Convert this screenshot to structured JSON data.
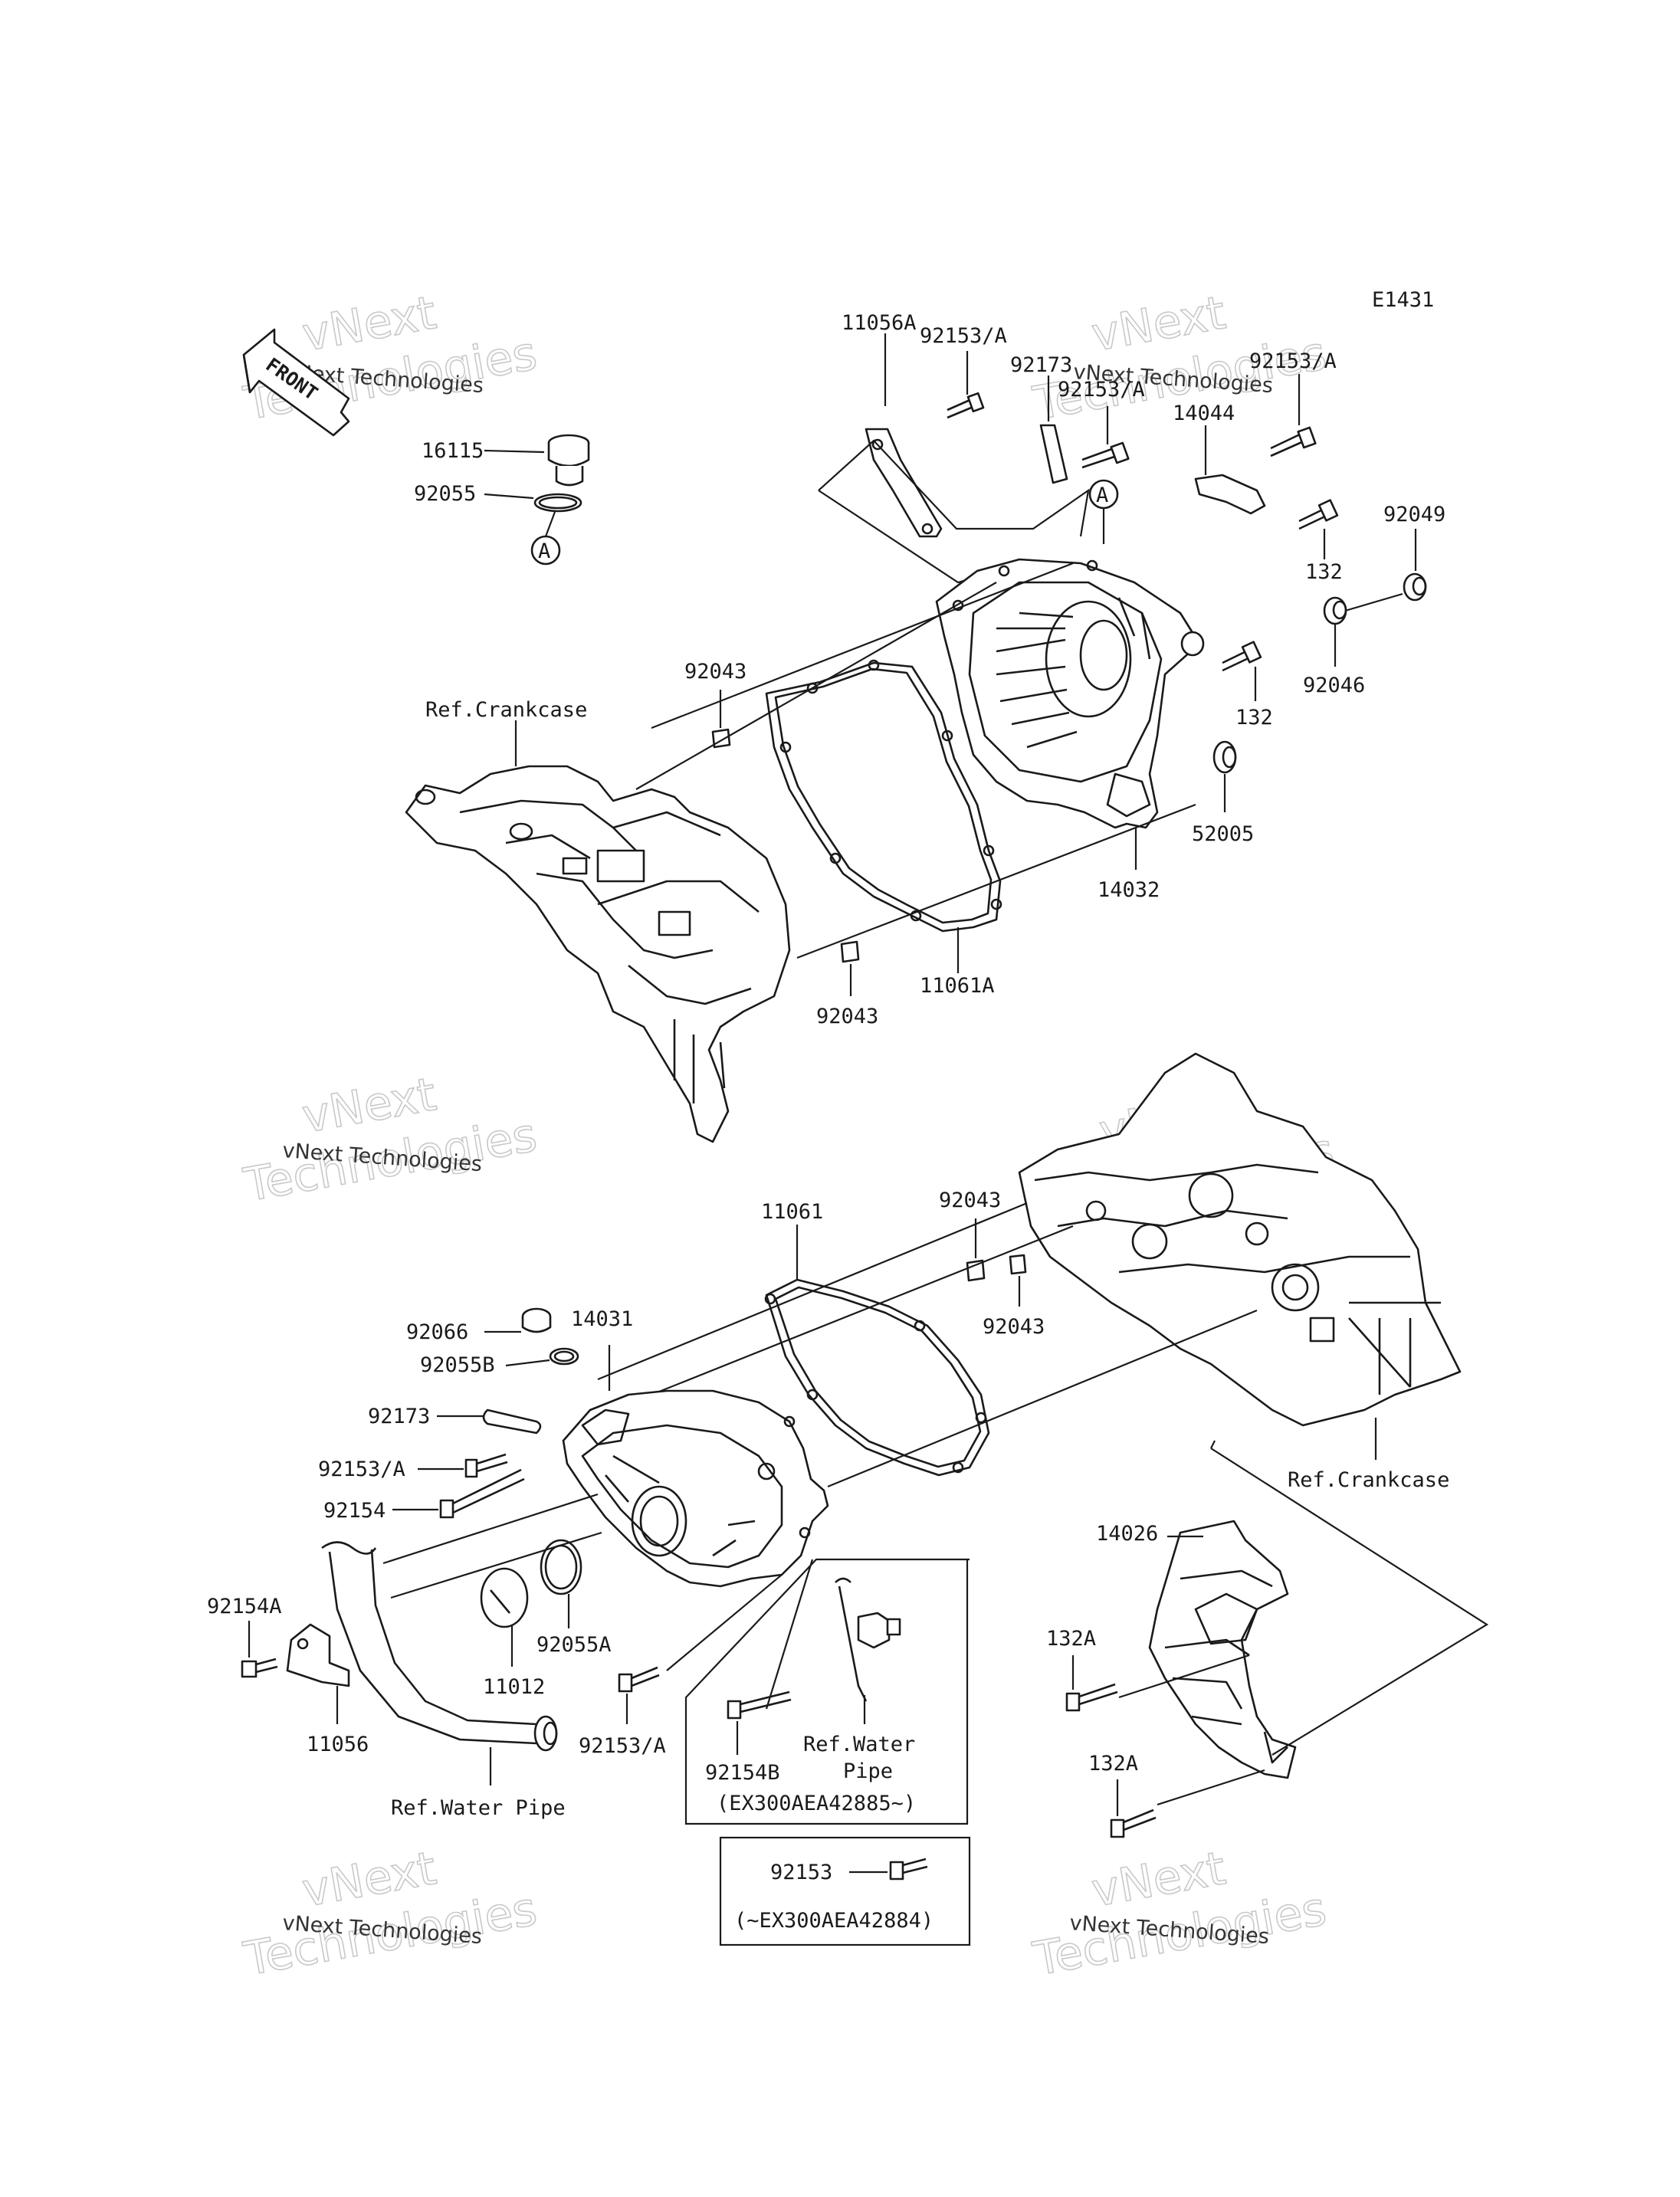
{
  "diagram_id": "E1431",
  "front_arrow": "FRONT",
  "ref_a": "A",
  "labels": {
    "p16115": "16115",
    "p92055": "92055",
    "p92153A_1": "92153/A",
    "p11056A": "11056A",
    "p92173_1": "92173",
    "p92153A_2": "92153/A",
    "p92153A_3": "92153/A",
    "p14044": "14044",
    "p92049": "92049",
    "p132_1": "132",
    "p92046": "92046",
    "p132_2": "132",
    "p92043_1": "92043",
    "ref_crankcase_1": "Ref.Crankcase",
    "p52005": "52005",
    "p14032": "14032",
    "p11061A": "11061A",
    "p92043_2": "92043",
    "p11061": "11061",
    "p92043_3": "92043",
    "p92043_4": "92043",
    "p92066": "92066",
    "p14031": "14031",
    "p92055B": "92055B",
    "p92173_2": "92173",
    "p92153A_4": "92153/A",
    "p92154": "92154",
    "ref_crankcase_2": "Ref.Crankcase",
    "p14026": "14026",
    "p92154A": "92154A",
    "p11012": "11012",
    "p92055A": "92055A",
    "p11056": "11056",
    "p92153A_5": "92153/A",
    "p92154B": "92154B",
    "ref_water_pipe_1_l1": "Ref.Water",
    "ref_water_pipe_1_l2": "Pipe",
    "serial_range_1": "(EX300AEA42885~)",
    "p132A_1": "132A",
    "p132A_2": "132A",
    "ref_water_pipe_2": "Ref.Water Pipe",
    "p92153": "92153",
    "serial_range_2": "(~EX300AEA42884)"
  },
  "watermark": {
    "line1": "vNext",
    "line2": "Technologies",
    "small": "vNext Technologies"
  }
}
